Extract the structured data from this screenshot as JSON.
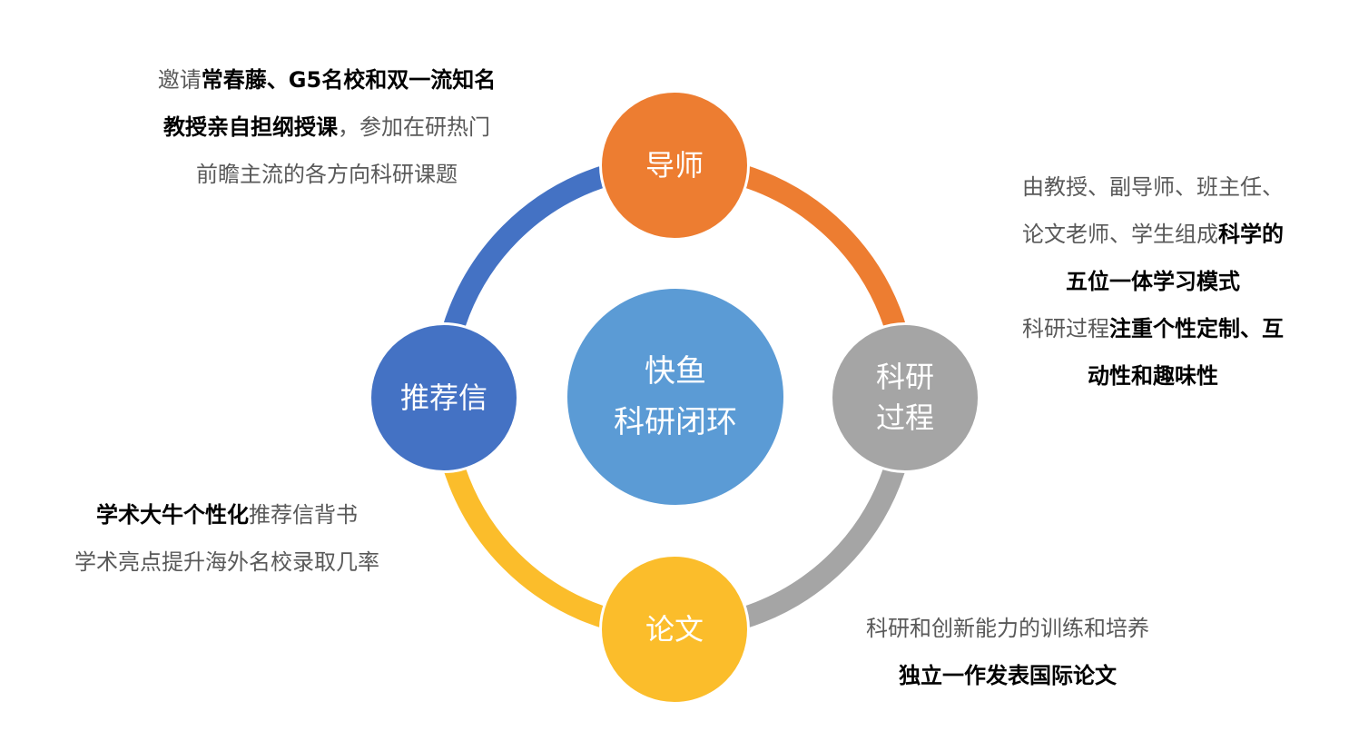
{
  "center": {
    "line1": "快鱼",
    "line2": "科研闭环",
    "color": "#5b9bd5"
  },
  "nodes": {
    "mentor": {
      "label": "导师",
      "color": "#ed7d31"
    },
    "research": {
      "line1": "科研",
      "line2": "过程",
      "color": "#a5a5a5"
    },
    "paper": {
      "label": "论文",
      "color": "#fbbd2b"
    },
    "letter": {
      "label": "推荐信",
      "color": "#4472c4"
    }
  },
  "ring_colors": {
    "mentor_to_research": "#ed7d31",
    "research_to_paper": "#a5a5a5",
    "paper_to_letter": "#fbbd2b",
    "letter_to_mentor": "#4472c4"
  },
  "texts": {
    "mentor": {
      "l1a": "邀请",
      "l1b": "常春藤、G5名校和双一流知名",
      "l2a": "教授亲自担纲授课",
      "l2b": "，参加在研热门",
      "l3": "前瞻主流的各方向科研课题"
    },
    "research": {
      "l1": "由教授、副导师、班主任、",
      "l2a": "论文老师、学生组成",
      "l2b": "科学的",
      "l3": "五位一体学习模式",
      "l4a": "科研过程",
      "l4b": "注重个性定制、互",
      "l5": "动性和趣味性"
    },
    "letter": {
      "l1a": "学术大牛个性化",
      "l1b": "推荐信背书",
      "l2": "学术亮点提升海外名校录取几率"
    },
    "paper": {
      "l1": "科研和创新能力的训练和培养",
      "l2": "独立一作发表国际论文"
    }
  }
}
